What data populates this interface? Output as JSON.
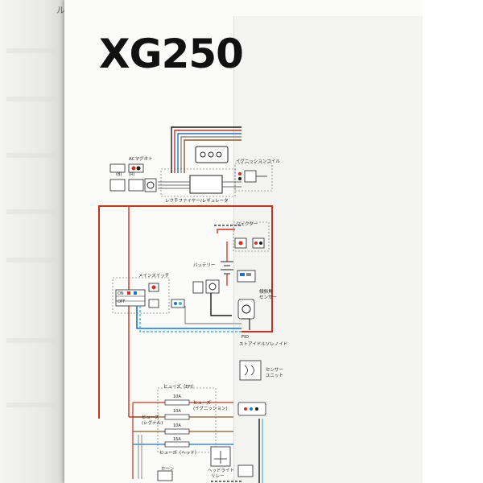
{
  "page": {
    "edge_text": "ルシ",
    "title": "XG250"
  },
  "diagram": {
    "labels": {
      "ac_magneto": "ACマグネト",
      "ignition_coil": "イグニッションコイル",
      "rectifier_regulator": "レクチファイヤー/レギュレータ",
      "ejector": "ジェクター",
      "battery": "バッテリー",
      "main_switch": "メインスイッチ",
      "lean_angle_sensor_1": "傾斜角",
      "lean_angle_sensor_2": "センサー",
      "fid": "FID",
      "stide_solenoid": "ストアイドルソレノイド",
      "sensor_unit_1": "センサー",
      "sensor_unit_2": "ユニット",
      "fuse_efi": "ヒューズ（EFI）",
      "fuse_ignition_1": "ヒューズ",
      "fuse_ignition_2": "(イグニッション)",
      "fuse_signal_1": "ヒューズ",
      "fuse_signal_2": "(シグナル)",
      "fuse_head": "ヒューズ（ヘッド）",
      "fuse_amp_1": "10A",
      "fuse_amp_2": "10A",
      "fuse_amp_3": "10A",
      "fuse_amp_4": "15A",
      "horn": "ホーン",
      "headlight_relay_1": "ヘッドライト",
      "headlight_relay_2": "リレー",
      "switch_on": "ON",
      "switch_off": "OFF",
      "color_r": "(R)",
      "color_b": "(B)"
    },
    "colors": {
      "red": "#c8321e",
      "black": "#1a1a1a",
      "blue": "#1e73c8",
      "cyan": "#3cb4dc",
      "gray": "#8a8a8a",
      "brown": "#8b5a2b"
    }
  }
}
